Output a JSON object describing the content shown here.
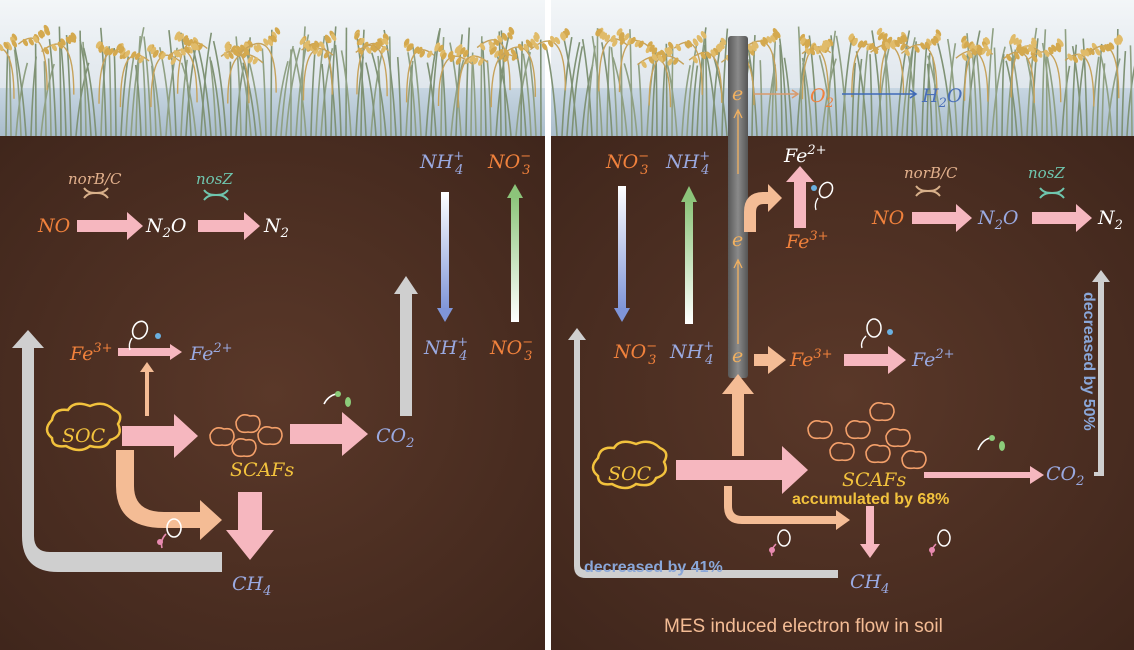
{
  "colors": {
    "sky": "#e9eef2",
    "soil": "#4b2e22",
    "arrow_pink": "#f6b7bf",
    "arrow_peach": "#f4bc95",
    "arrow_gray": "#cfcfcf",
    "blue_text": "#9aa9e0",
    "orange_text": "#f0813c",
    "white_text": "#ffffff",
    "yellow_text": "#f2c23d",
    "electrode": "#6b6b6b"
  },
  "left_panel": {
    "no": "NO",
    "n2o_n": "N",
    "n2o_sub": "2",
    "n2o_o": "O",
    "n2_n": "N",
    "n2_sub": "2",
    "gene_norbc": "norB/C",
    "gene_nosz": "nosZ",
    "nh4_top": "NH",
    "nh4_top_sub": "4",
    "nh4_top_sup": "+",
    "no3_top": "NO",
    "no3_top_sub": "3",
    "no3_top_sup": "−",
    "nh4_bot": "NH",
    "nh4_bot_sub": "4",
    "nh4_bot_sup": "+",
    "no3_bot": "NO",
    "no3_bot_sub": "3",
    "no3_bot_sup": "−",
    "fe3": "Fe",
    "fe3_sup": "3+",
    "fe2": "Fe",
    "fe2_sup": "2+",
    "soc": "SOC",
    "scafs": "SCAFs",
    "co2": "CO",
    "co2_sub": "2",
    "ch4": "CH",
    "ch4_sub": "4"
  },
  "right_panel": {
    "e_top": "e",
    "e_mid": "e",
    "e_bot": "e",
    "o2": "O",
    "o2_sub": "2",
    "h2o_h": "H",
    "h2o_sub": "2",
    "h2o_o": "O",
    "no3_top": "NO",
    "no3_top_sub": "3",
    "no3_top_sup": "−",
    "nh4_top": "NH",
    "nh4_top_sub": "4",
    "nh4_top_sup": "+",
    "no3_bot": "NO",
    "no3_bot_sub": "3",
    "no3_bot_sup": "−",
    "nh4_bot": "NH",
    "nh4_bot_sub": "4",
    "nh4_bot_sup": "+",
    "fe2_top": "Fe",
    "fe2_top_sup": "2+",
    "fe3_top": "Fe",
    "fe3_top_sup": "3+",
    "fe3_mid": "Fe",
    "fe3_mid_sup": "3+",
    "fe2_mid": "Fe",
    "fe2_mid_sup": "2+",
    "gene_norbc": "norB/C",
    "gene_nosz": "nosZ",
    "no": "NO",
    "n2o_n": "N",
    "n2o_sub": "2",
    "n2o_o": "O",
    "n2_n": "N",
    "n2_sub": "2",
    "soc": "SOC",
    "scafs": "SCAFs",
    "co2": "CO",
    "co2_sub": "2",
    "ch4": "CH",
    "ch4_sub": "4",
    "note_scafs": "accumulated by 68%",
    "note_ch4": "decreased by 41%",
    "note_co2": "decreased by 50%",
    "caption": "MES induced electron flow in soil"
  }
}
